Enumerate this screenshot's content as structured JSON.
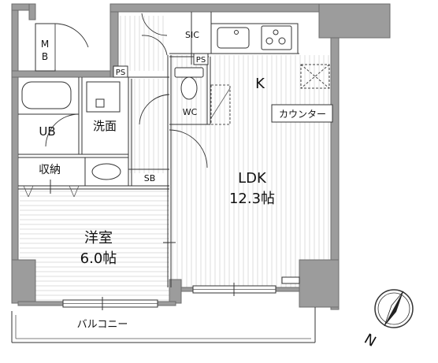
{
  "rooms": {
    "mb": {
      "line1": "M",
      "line2": "B"
    },
    "sic": "SIC",
    "ps1": "PS",
    "ps2": "PS",
    "kitchen": "K",
    "wc": "WC",
    "counter": "カウンター",
    "ub": "UB",
    "washroom": "洗面",
    "storage": "収納",
    "sb": "SB",
    "ldk": {
      "name": "LDK",
      "size": "12.3帖"
    },
    "bedroom": {
      "name": "洋室",
      "size": "6.0帖"
    },
    "balcony": "バルコニー"
  },
  "compass": {
    "north_label": "N",
    "icon": "compass-icon"
  },
  "colors": {
    "wall": "#9c9c9c",
    "floor_lines": "#cfcfcf",
    "ink": "#111111"
  }
}
